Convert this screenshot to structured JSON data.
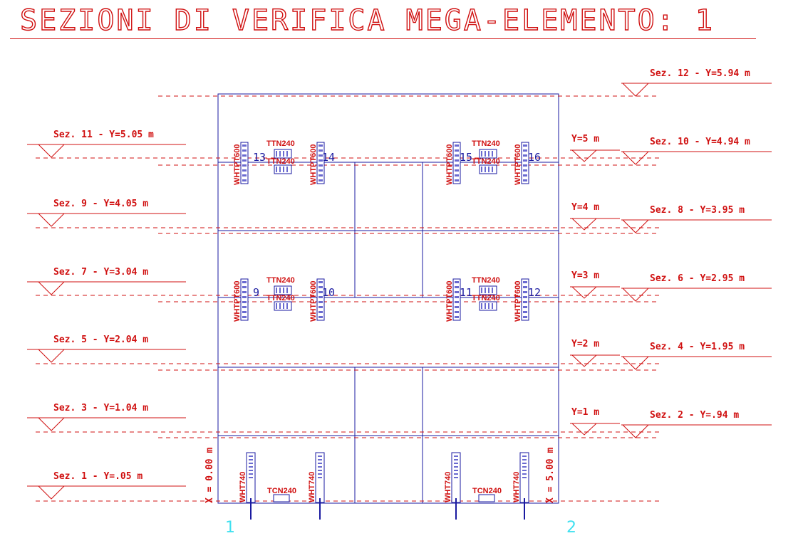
{
  "title": "SEZIONI DI VERIFICA MEGA-ELEMENTO: 1",
  "sections": [
    "Sez. 1 - Y=.05 m",
    "Sez. 2 - Y=.94 m",
    "Sez. 3 - Y=1.04 m",
    "Sez. 4 - Y=1.95 m",
    "Sez. 5 - Y=2.04 m",
    "Sez. 6 - Y=2.95 m",
    "Sez. 7 - Y=3.04 m",
    "Sez. 8 - Y=3.95 m",
    "Sez. 9 - Y=4.05 m",
    "Sez. 10 - Y=4.94 m",
    "Sez. 11 - Y=5.05 m",
    "Sez. 12 - Y=5.94 m"
  ],
  "levels": [
    "Y=1 m",
    "Y=2 m",
    "Y=3 m",
    "Y=4 m",
    "Y=5 m"
  ],
  "axes": {
    "x0": "X = 0.00 m",
    "x5": "X = 5.00 m"
  },
  "nodes": [
    "1",
    "2",
    "9",
    "10",
    "11",
    "12",
    "13",
    "14",
    "15",
    "16"
  ],
  "connectors": {
    "tension_plate": "WHTPT600",
    "shear_plate": "TTN240",
    "hold_down": "WHT740",
    "base_angle": "TCN240"
  },
  "colors": {
    "drawing_red": "#d01010",
    "frame_blue": "#1a1aa0",
    "node_cyan": "#40e0f0"
  }
}
